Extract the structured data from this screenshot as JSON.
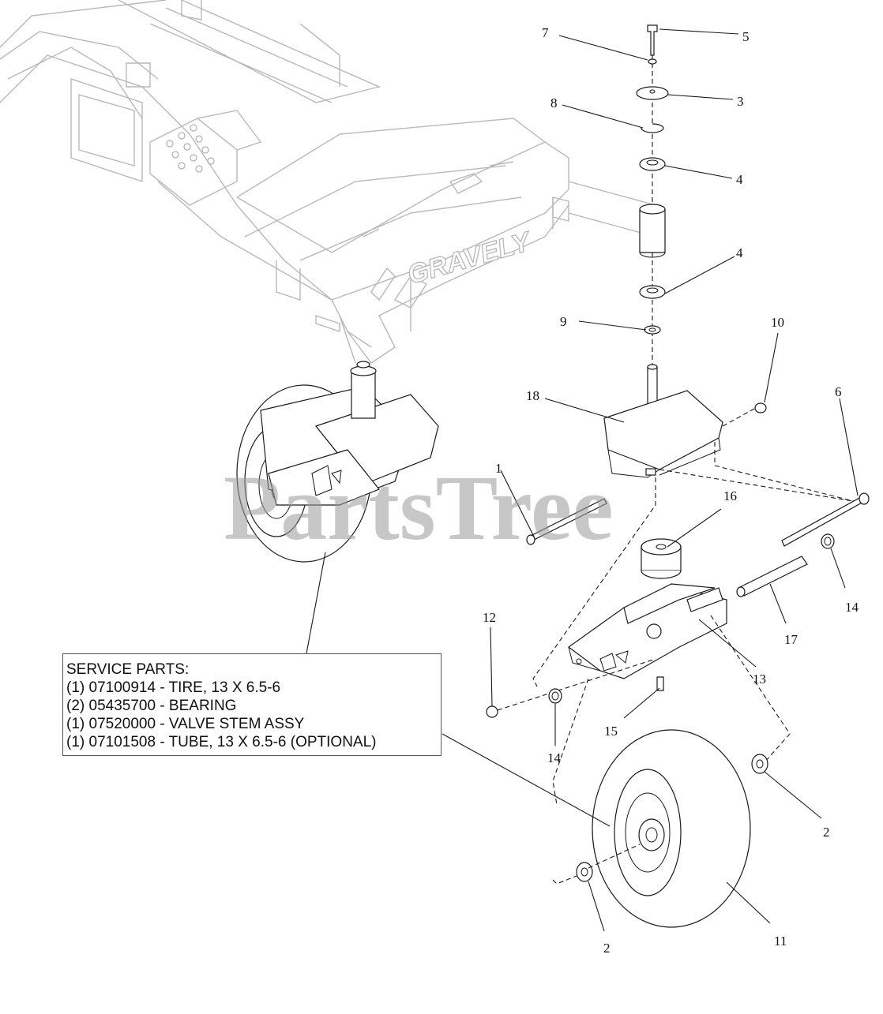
{
  "watermark": "PartsTree",
  "brand_mark": "GRAVELY",
  "service_parts": {
    "heading": "SERVICE PARTS:",
    "lines": [
      "(1) 07100914 - TIRE, 13 X 6.5-6",
      "(2) 05435700 - BEARING",
      "(1) 07520000 - VALVE STEM ASSY",
      "(1) 07101508 - TUBE, 13 X 6.5-6 (OPTIONAL)"
    ]
  },
  "callouts": [
    "7",
    "5",
    "3",
    "8",
    "4",
    "4",
    "9",
    "10",
    "18",
    "6",
    "1",
    "16",
    "12",
    "14",
    "17",
    "13",
    "15",
    "14",
    "2",
    "2",
    "11"
  ]
}
